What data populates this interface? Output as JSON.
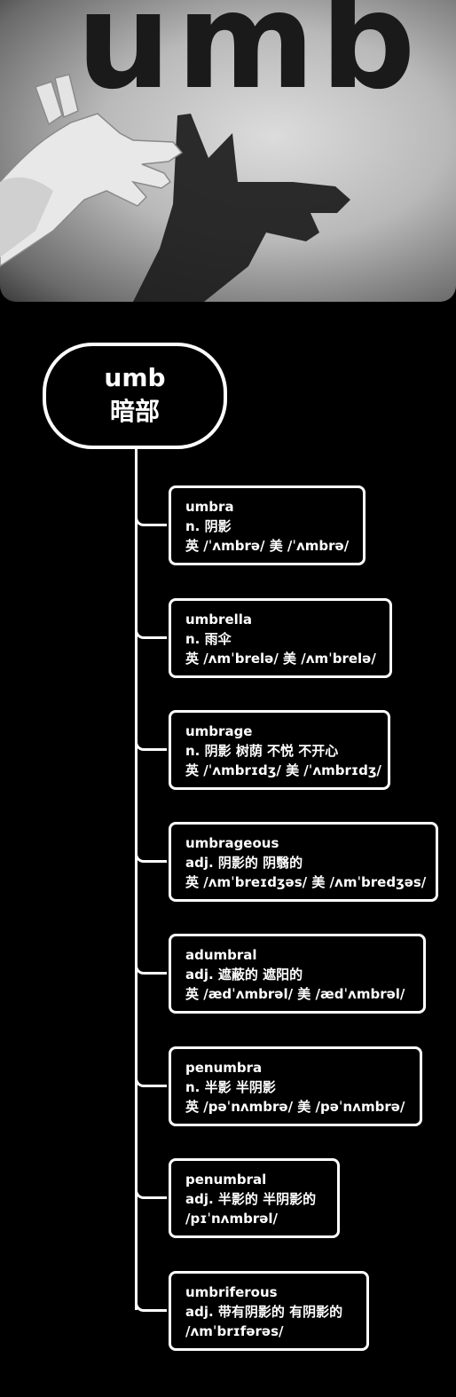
{
  "hero": {
    "text": "umb"
  },
  "root": {
    "word": "umb",
    "meaning": "暗部"
  },
  "words": [
    {
      "word": "umbra",
      "definition": "n. 阴影",
      "pron": "英 /ˈʌmbrə/ 美 /ˈʌmbrə/"
    },
    {
      "word": "umbrella",
      "definition": "n. 雨伞",
      "pron": "英 /ʌmˈbrelə/ 美 /ʌmˈbrelə/"
    },
    {
      "word": "umbrage",
      "definition": "n. 阴影 树荫 不悦 不开心",
      "pron": "英 /ˈʌmbrɪdʒ/ 美 /ˈʌmbrɪdʒ/"
    },
    {
      "word": "umbrageous",
      "definition": "adj. 阴影的 阴翳的",
      "pron": "英 /ʌmˈbreɪdʒəs/ 美 /ʌmˈbredʒəs/"
    },
    {
      "word": "adumbral",
      "definition": "adj. 遮蔽的 遮阳的",
      "pron": "英 /ædˈʌmbrəl/ 美 /ædˈʌmbrəl/"
    },
    {
      "word": "penumbra",
      "definition": "n. 半影 半阴影",
      "pron": "英 /pəˈnʌmbrə/ 美 /pəˈnʌmbrə/"
    },
    {
      "word": "penumbral",
      "definition": "adj. 半影的 半阴影的",
      "pron": "/pɪˈnʌmbrəl/"
    },
    {
      "word": "umbriferous",
      "definition": "adj. 带有阴影的 有阴影的",
      "pron": "/ʌmˈbrɪfərəs/"
    }
  ]
}
